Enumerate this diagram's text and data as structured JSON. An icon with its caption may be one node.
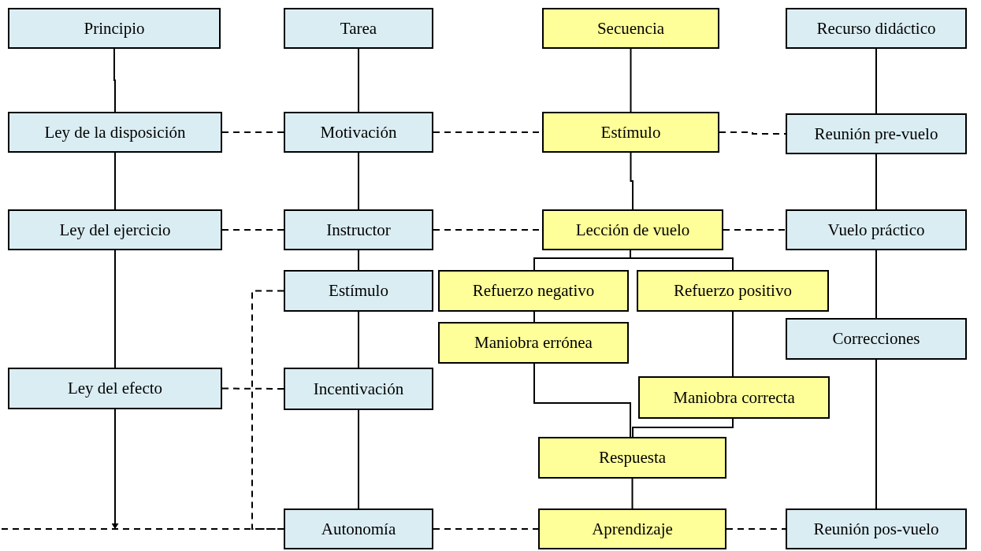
{
  "diagram": {
    "nodes": [
      {
        "text": [
          "Principio"
        ]
      },
      {
        "text": [
          "Tarea"
        ]
      },
      {
        "text": [
          "Secuencia"
        ]
      },
      {
        "text": [
          "Recurso didáctico"
        ]
      },
      {
        "text": [
          "Ley de la disposición"
        ]
      },
      {
        "text": [
          "Motivación"
        ]
      },
      {
        "text": [
          "Estímulo"
        ]
      },
      {
        "text": [
          "Reunión pre-vuelo"
        ]
      },
      {
        "text": [
          "Ley del ejercicio"
        ]
      },
      {
        "text": [
          "Instructor"
        ]
      },
      {
        "text": [
          "Lección de vuelo"
        ]
      },
      {
        "text": [
          "Vuelo práctico"
        ]
      },
      {
        "text": [
          "Estímulo"
        ]
      },
      {
        "text": [
          "Refuerzo negativo"
        ]
      },
      {
        "text": [
          "Refuerzo positivo"
        ]
      },
      {
        "text": [
          "Maniobra errónea"
        ]
      },
      {
        "text": [
          "Correcciones"
        ]
      },
      {
        "text": [
          "Ley del efecto"
        ]
      },
      {
        "text": [
          "Incentivación"
        ]
      },
      {
        "text": [
          "Maniobra correcta"
        ]
      },
      {
        "text": [
          "Respuesta"
        ]
      },
      {
        "text": [
          "Autonomía"
        ]
      },
      {
        "text": [
          "Aprendizaje"
        ]
      },
      {
        "text": [
          "Reunión pos-vuelo"
        ]
      }
    ],
    "edges": [
      {
        "from": 0,
        "to": 4,
        "arrow": "none"
      },
      {
        "from": 4,
        "to": 8,
        "arrow": "none"
      },
      {
        "from": 8,
        "to": 17,
        "arrow": "none"
      },
      {
        "from": 17,
        "to": null,
        "arrow": "to"
      },
      {
        "from": 1,
        "to": 5,
        "arrow": "none"
      },
      {
        "from": 5,
        "to": 9,
        "arrow": "none"
      },
      {
        "from": 9,
        "to": 12,
        "arrow": "none"
      },
      {
        "from": 12,
        "to": 18,
        "arrow": "none"
      },
      {
        "from": 18,
        "to": 21,
        "arrow": "none"
      },
      {
        "from": 2,
        "to": 6,
        "arrow": "none"
      },
      {
        "from": 6,
        "to": 10,
        "arrow": "none"
      },
      {
        "from": 10,
        "to": 13,
        "arrow": "none"
      },
      {
        "from": 10,
        "to": 14,
        "arrow": "none"
      },
      {
        "from": 13,
        "to": 15,
        "arrow": "none"
      },
      {
        "from": 15,
        "to": 20,
        "arrow": "none"
      },
      {
        "from": 14,
        "to": 19,
        "arrow": "none"
      },
      {
        "from": 19,
        "to": 20,
        "arrow": "none"
      },
      {
        "from": 20,
        "to": 22,
        "arrow": "none"
      },
      {
        "from": 3,
        "to": 7,
        "arrow": "none"
      },
      {
        "from": 7,
        "to": 11,
        "arrow": "none"
      },
      {
        "from": 11,
        "to": 16,
        "arrow": "none"
      },
      {
        "from": 16,
        "to": 23,
        "arrow": "none"
      },
      {
        "from": 4,
        "to": 5,
        "arrow": "none",
        "style": "dashed"
      },
      {
        "from": 5,
        "to": 6,
        "arrow": "none",
        "style": "dashed"
      },
      {
        "from": 6,
        "to": 7,
        "arrow": "none",
        "style": "dashed"
      },
      {
        "from": 8,
        "to": 9,
        "arrow": "none",
        "style": "dashed"
      },
      {
        "from": 9,
        "to": 10,
        "arrow": "none",
        "style": "dashed"
      },
      {
        "from": 10,
        "to": 11,
        "arrow": "none",
        "style": "dashed"
      },
      {
        "from": 17,
        "to": 18,
        "arrow": "none",
        "style": "dashed"
      },
      {
        "from": 12,
        "to": 21,
        "arrow": "none",
        "style": "dashed"
      },
      {
        "from": 21,
        "to": 22,
        "arrow": "none",
        "style": "dashed"
      },
      {
        "from": 22,
        "to": 23,
        "arrow": "none",
        "style": "dashed"
      },
      {
        "from": 21,
        "to": null,
        "arrow": "none",
        "style": "dashed"
      }
    ]
  }
}
